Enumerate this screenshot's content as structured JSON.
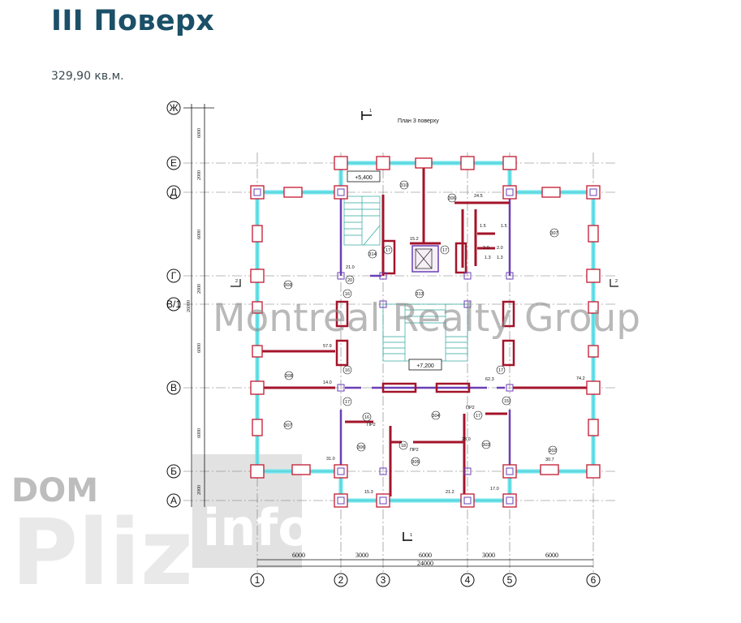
{
  "header": {
    "title": "III Поверх",
    "area": "329,90 кв.м."
  },
  "plan": {
    "title": "План 3  поверху",
    "section_mark": "1",
    "section_mark_side": "2",
    "rows": [
      "Ж",
      "Е",
      "Д",
      "Г",
      "В/1",
      "В",
      "Б",
      "А"
    ],
    "row_dims": [
      "6000",
      "2000",
      "6000",
      "2000",
      "6000",
      "6000",
      "2000"
    ],
    "row_total": "26000",
    "columns": [
      "1",
      "2",
      "3",
      "4",
      "5",
      "6"
    ],
    "col_dims": [
      "6000",
      "3000",
      "6000",
      "3000",
      "6000"
    ],
    "col_total": "24000",
    "levels": [
      "+5,400",
      "+7,200"
    ],
    "rooms": [
      "310",
      "306",
      "307",
      "314",
      "17",
      "17",
      "20",
      "309",
      "16",
      "313",
      "16",
      "308",
      "17",
      "17",
      "15",
      "307",
      "16",
      "304",
      "17",
      "306",
      "18",
      "305",
      "303",
      "302"
    ],
    "areas": [
      "24.5",
      "15.2",
      "21.0",
      "57.9",
      "14.0",
      "62.3",
      "74.2",
      "31.0",
      "28.0",
      "30.7",
      "15.3",
      "21.2",
      "17.0",
      "1.5",
      "1.5",
      "2.0",
      "2.0",
      "1.3",
      "1.3"
    ],
    "door_marks": [
      "ПР2",
      "ПР2",
      "ПР2"
    ]
  },
  "watermarks": {
    "main": "Montreal Realty Group",
    "logo_top": "DOM",
    "logo_big": "Pliz",
    "logo_info": "info"
  },
  "colors": {
    "title": "#1b5068",
    "wall": "#a3142a",
    "window": "#6fe6ee",
    "partition": "#6a3fb5",
    "stair": "#2aa89a"
  }
}
